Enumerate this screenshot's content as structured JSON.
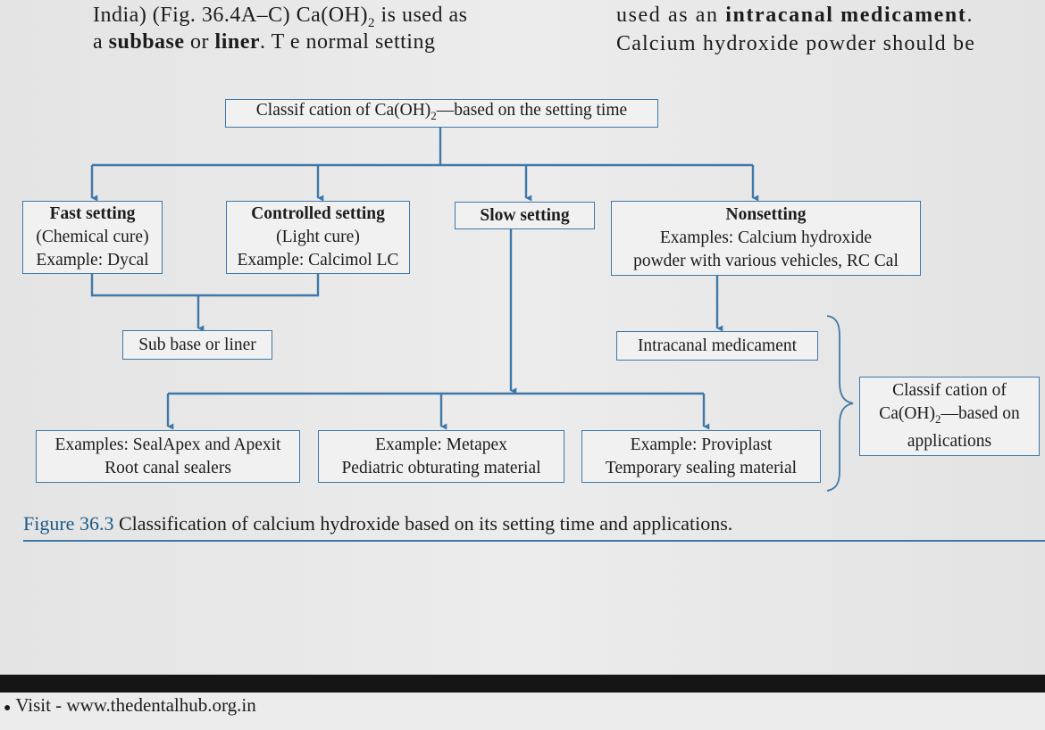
{
  "top_text": {
    "left_line1_pre": "India) (Fig. 36.4A–C) Ca(OH)",
    "left_line1_sub": "2",
    "left_line1_post": " is used as",
    "left_line2_pre": "a ",
    "left_line2_bold1": "subbase",
    "left_line2_mid": " or ",
    "left_line2_bold2": "liner",
    "left_line2_post": ". T e normal setting",
    "right_line1_pre": "used as an ",
    "right_line1_bold": "intracanal medicament",
    "right_line1_post": ".",
    "right_line2": "Calcium hydroxide powder should be"
  },
  "diagram": {
    "root": {
      "pre": "Classif cation of Ca(OH)",
      "sub": "2",
      "post": "—based on the setting time"
    },
    "fast": {
      "title": "Fast setting",
      "line2": "(Chemical cure)",
      "line3": "Example: Dycal"
    },
    "controlled": {
      "title": "Controlled setting",
      "line2": "(Light cure)",
      "line3": "Example: Calcimol LC"
    },
    "slow": {
      "title": "Slow setting"
    },
    "nonsetting": {
      "title": "Nonsetting",
      "line2": "Examples: Calcium hydroxide",
      "line3": "powder with various vehicles, RC Cal"
    },
    "subbase": {
      "label": "Sub base or liner"
    },
    "intracanal": {
      "label": "Intracanal medicament"
    },
    "sealers": {
      "line1": "Examples: SealApex and Apexit",
      "line2": "Root canal sealers"
    },
    "metapex": {
      "line1": "Example: Metapex",
      "line2": "Pediatric obturating material"
    },
    "proviplast": {
      "line1": "Example: Proviplast",
      "line2": "Temporary sealing material"
    },
    "applications": {
      "line1": "Classif cation of",
      "line2_pre": "Ca(OH)",
      "line2_sub": "2",
      "line2_post": "—based on",
      "line3": "applications"
    }
  },
  "caption": {
    "fig": "Figure 36.3",
    "text": " Classification of calcium hydroxide based on its setting time and applications."
  },
  "footer": {
    "text": "Visit - www.thedentalhub.org.in"
  },
  "colors": {
    "accent": "#3f78a8",
    "figure_label": "#1e5a86"
  }
}
